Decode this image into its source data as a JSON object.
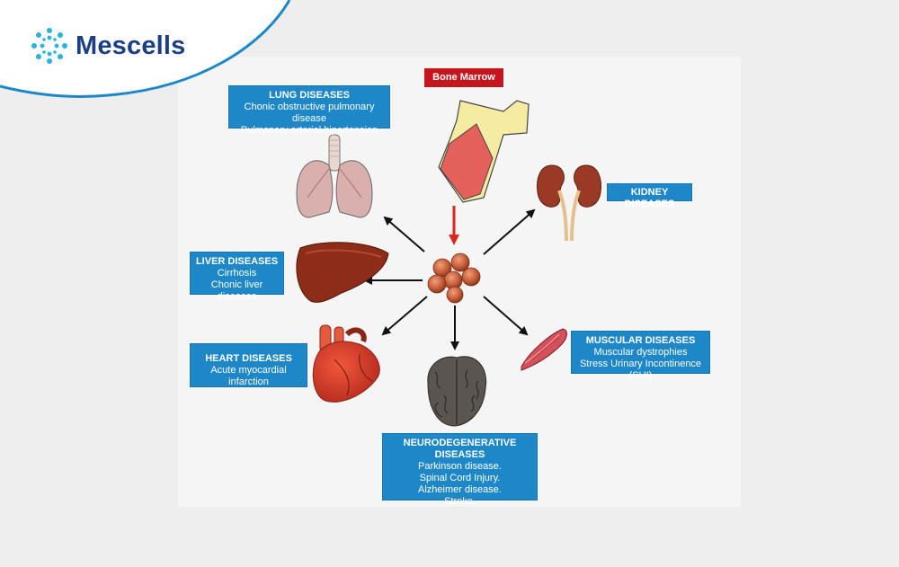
{
  "brand": {
    "name": "Mescells",
    "accent": "#1a3f82",
    "wave": "#1d87c8"
  },
  "source": {
    "label": "Bone Marrow",
    "color": "#c4161c"
  },
  "boxes": {
    "lung": {
      "title": "LUNG DISEASES",
      "lines": [
        "Chonic obstructive pulmonary disease",
        "Pulmonary arterial hipertension"
      ]
    },
    "kidney": {
      "title": "KIDNEY DISEASES"
    },
    "liver": {
      "title": "LIVER DISEASES",
      "lines": [
        "Cirrhosis",
        "Chonic liver diseases"
      ]
    },
    "heart": {
      "title": "HEART DISEASES",
      "lines": [
        "Acute myocardial infarction"
      ]
    },
    "muscular": {
      "title": "MUSCULAR DISEASES",
      "lines": [
        "Muscular dystrophies",
        "Stress Urinary Incontinence (SUI)"
      ]
    },
    "neuro": {
      "title": "NEURODEGENERATIVE DISEASES",
      "lines": [
        "Parkinson disease.",
        "Spinal Cord Injury.",
        "Alzheimer disease.",
        "Stroke."
      ]
    }
  },
  "box_color": "#1d87c8"
}
